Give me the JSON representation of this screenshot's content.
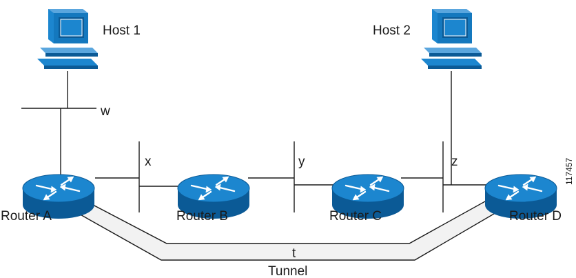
{
  "hosts": [
    {
      "label": "Host 1"
    },
    {
      "label": "Host 2"
    }
  ],
  "routers": [
    {
      "label": "Router A"
    },
    {
      "label": "Router B"
    },
    {
      "label": "Router C"
    },
    {
      "label": "Router D"
    }
  ],
  "networks": [
    "w",
    "x",
    "y",
    "z"
  ],
  "tunnel": {
    "label": "Tunnel",
    "segment_label": "t"
  },
  "figure_id": "117457",
  "colors": {
    "device": "#1478be",
    "device_dark": "#0b5a96",
    "device_light": "#5aa6de",
    "tunnel_fill": "#f2f2f2"
  }
}
